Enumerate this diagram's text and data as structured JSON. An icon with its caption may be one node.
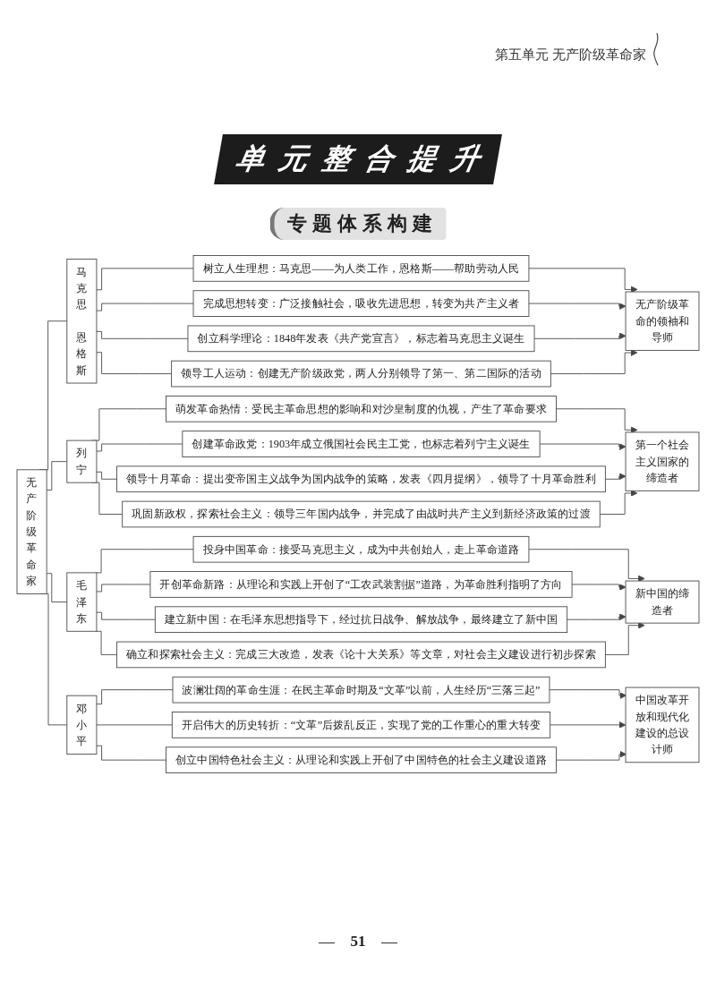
{
  "diagram": {
    "title": "单元整合提升",
    "nodes": [
      {
        "text": [
          "无产阶级革命家"
        ]
      },
      {
        "text": [
          "马克思",
          "恩格斯"
        ]
      },
      {
        "text": [
          "树立人生理想：马克思——为人类工作，恩格斯——帮助劳动人民"
        ]
      },
      {
        "text": [
          "完成思想转变：广泛接触社会，吸收先进思想，转变为共产主义者"
        ]
      },
      {
        "text": [
          "创立科学理论：1848年发表《共产党宣言》，标志着马克思主义诞生"
        ]
      },
      {
        "text": [
          "领导工人运动：创建无产阶级政党，两人分别领导了第一、第二国际的活动"
        ]
      },
      {
        "text": [
          "无产阶级革命的领袖和导师"
        ]
      },
      {
        "text": [
          "列宁"
        ]
      },
      {
        "text": [
          "萌发革命热情：受民主革命思想的影响和对沙皇制度的仇视，产生了革命要求"
        ]
      },
      {
        "text": [
          "创建革命政党：1903年成立俄国社会民主工党，也标志着列宁主义诞生"
        ]
      },
      {
        "text": [
          "领导十月革命：提出变帝国主义战争为国内战争的策略，发表《四月提纲》，领导了十月革命胜利"
        ]
      },
      {
        "text": [
          "巩固新政权，探索社会主义：领导三年国内战争，并完成了由战时共产主义到新经济政策的过渡"
        ]
      },
      {
        "text": [
          "第一个社会主义国家的缔造者"
        ]
      },
      {
        "text": [
          "毛泽东"
        ]
      },
      {
        "text": [
          "投身中国革命：接受马克思主义，成为中共创始人，走上革命道路"
        ]
      },
      {
        "text": [
          "开创革命新路：从理论和实践上开创了“工农武装割据”道路，为革命胜利指明了方向"
        ]
      },
      {
        "text": [
          "建立新中国：在毛泽东思想指导下，经过抗日战争、解放战争，最终建立了新中国"
        ]
      },
      {
        "text": [
          "确立和探索社会主义：完成三大改造，发表《论十大关系》等文章，对社会主义建设进行初步探索"
        ]
      },
      {
        "text": [
          "新中国的缔造者"
        ]
      },
      {
        "text": [
          "邓小平"
        ]
      },
      {
        "text": [
          "波澜壮阔的革命生涯：在民主革命时期及“文革”以前，人生经历“三落三起”"
        ]
      },
      {
        "text": [
          "开启伟大的历史转折：“文革”后拨乱反正，实现了党的工作重心的重大转变"
        ]
      },
      {
        "text": [
          "创立中国特色社会主义：从理论和实践上开创了中国特色的社会主义建设道路"
        ]
      },
      {
        "text": [
          "中国改革开放和现代化建设的总设计师"
        ]
      }
    ],
    "edges": [
      {
        "from": 0,
        "to": 1,
        "arrow": "none"
      },
      {
        "from": 1,
        "to": 2,
        "arrow": "none"
      },
      {
        "from": 1,
        "to": 3,
        "arrow": "none"
      },
      {
        "from": 1,
        "to": 4,
        "arrow": "none"
      },
      {
        "from": 1,
        "to": 5,
        "arrow": "none"
      },
      {
        "from": 2,
        "to": 6,
        "arrow": "to"
      },
      {
        "from": 3,
        "to": 6,
        "arrow": "to"
      },
      {
        "from": 4,
        "to": 6,
        "arrow": "to"
      },
      {
        "from": 5,
        "to": 6,
        "arrow": "to"
      },
      {
        "from": 0,
        "to": 7,
        "arrow": "none"
      },
      {
        "from": 7,
        "to": 8,
        "arrow": "none"
      },
      {
        "from": 7,
        "to": 9,
        "arrow": "none"
      },
      {
        "from": 7,
        "to": 10,
        "arrow": "none"
      },
      {
        "from": 7,
        "to": 11,
        "arrow": "none"
      },
      {
        "from": 8,
        "to": 12,
        "arrow": "to"
      },
      {
        "from": 9,
        "to": 12,
        "arrow": "to"
      },
      {
        "from": 10,
        "to": 12,
        "arrow": "to"
      },
      {
        "from": 11,
        "to": 12,
        "arrow": "to"
      },
      {
        "from": 0,
        "to": 13,
        "arrow": "none"
      },
      {
        "from": 13,
        "to": 14,
        "arrow": "none"
      },
      {
        "from": 13,
        "to": 15,
        "arrow": "none"
      },
      {
        "from": 13,
        "to": 16,
        "arrow": "none"
      },
      {
        "from": 13,
        "to": 17,
        "arrow": "none"
      },
      {
        "from": 14,
        "to": 18,
        "arrow": "to"
      },
      {
        "from": 15,
        "to": 18,
        "arrow": "to"
      },
      {
        "from": 16,
        "to": 18,
        "arrow": "to"
      },
      {
        "from": 17,
        "to": 18,
        "arrow": "to"
      },
      {
        "from": 0,
        "to": 19,
        "arrow": "none"
      },
      {
        "from": 19,
        "to": 20,
        "arrow": "none"
      },
      {
        "from": 19,
        "to": 21,
        "arrow": "none"
      },
      {
        "from": 19,
        "to": 22,
        "arrow": "none"
      },
      {
        "from": 20,
        "to": 23,
        "arrow": "to"
      },
      {
        "from": 21,
        "to": 23,
        "arrow": "to"
      },
      {
        "from": 22,
        "to": 23,
        "arrow": "to"
      }
    ],
    "labels": [
      "第五单元 无产阶级革命家",
      "专题体系构建",
      "51"
    ]
  }
}
